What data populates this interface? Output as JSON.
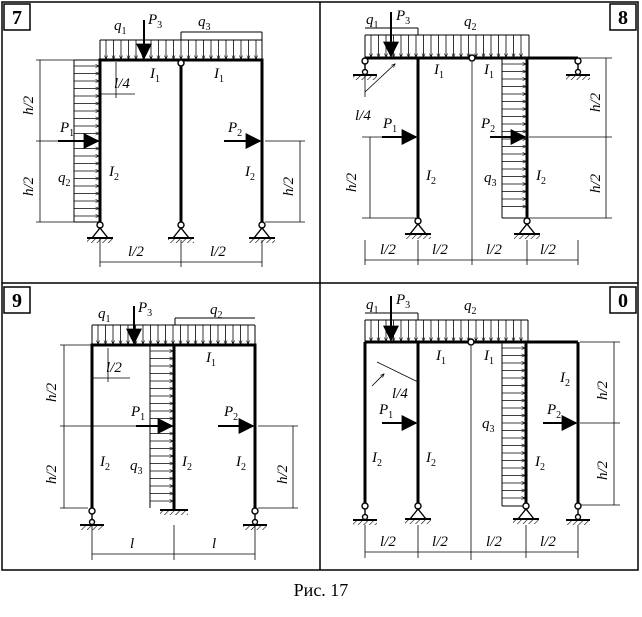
{
  "figure": {
    "caption": "Рис. 17",
    "panels": [
      {
        "number": "7",
        "labels": {
          "q1": {
            "main": "q",
            "sub": "1"
          },
          "p3": {
            "main": "P",
            "sub": "3"
          },
          "q3": {
            "main": "q",
            "sub": "3"
          },
          "i1a": {
            "main": "I",
            "sub": "1"
          },
          "i1b": {
            "main": "I",
            "sub": "1"
          },
          "l4": {
            "main": "l/4",
            "sub": ""
          },
          "h2a": {
            "main": "h/2",
            "sub": ""
          },
          "h2b": {
            "main": "h/2",
            "sub": ""
          },
          "p1": {
            "main": "P",
            "sub": "1"
          },
          "q2": {
            "main": "q",
            "sub": "2"
          },
          "i2a": {
            "main": "I",
            "sub": "2"
          },
          "i2b": {
            "main": "I",
            "sub": "2"
          },
          "p2": {
            "main": "P",
            "sub": "2"
          },
          "h2c": {
            "main": "h/2",
            "sub": ""
          },
          "l2a": {
            "main": "l/2",
            "sub": ""
          },
          "l2b": {
            "main": "l/2",
            "sub": ""
          }
        }
      },
      {
        "number": "8",
        "labels": {
          "q1": {
            "main": "q",
            "sub": "1"
          },
          "p3": {
            "main": "P",
            "sub": "3"
          },
          "q2": {
            "main": "q",
            "sub": "2"
          },
          "i1a": {
            "main": "I",
            "sub": "1"
          },
          "i1b": {
            "main": "I",
            "sub": "1"
          },
          "l4": {
            "main": "l/4",
            "sub": ""
          },
          "p1": {
            "main": "P",
            "sub": "1"
          },
          "p2": {
            "main": "P",
            "sub": "2"
          },
          "h2a": {
            "main": "h/2",
            "sub": ""
          },
          "i2a": {
            "main": "I",
            "sub": "2"
          },
          "q3": {
            "main": "q",
            "sub": "3"
          },
          "i2b": {
            "main": "I",
            "sub": "2"
          },
          "h2b": {
            "main": "h/2",
            "sub": ""
          },
          "h2c": {
            "main": "h/2",
            "sub": ""
          },
          "l2a": {
            "main": "l/2",
            "sub": ""
          },
          "l2b": {
            "main": "l/2",
            "sub": ""
          },
          "l2c": {
            "main": "l/2",
            "sub": ""
          },
          "l2d": {
            "main": "l/2",
            "sub": ""
          }
        }
      },
      {
        "number": "9",
        "labels": {
          "q1": {
            "main": "q",
            "sub": "1"
          },
          "p3": {
            "main": "P",
            "sub": "3"
          },
          "q2": {
            "main": "q",
            "sub": "2"
          },
          "l2": {
            "main": "l/2",
            "sub": ""
          },
          "i1": {
            "main": "I",
            "sub": "1"
          },
          "h2a": {
            "main": "h/2",
            "sub": ""
          },
          "p1": {
            "main": "P",
            "sub": "1"
          },
          "p2": {
            "main": "P",
            "sub": "2"
          },
          "h2b": {
            "main": "h/2",
            "sub": ""
          },
          "i2a": {
            "main": "I",
            "sub": "2"
          },
          "q3": {
            "main": "q",
            "sub": "3"
          },
          "i2b": {
            "main": "I",
            "sub": "2"
          },
          "i2c": {
            "main": "I",
            "sub": "2"
          },
          "h2c": {
            "main": "h/2",
            "sub": ""
          },
          "la": {
            "main": "l",
            "sub": ""
          },
          "lb": {
            "main": "l",
            "sub": ""
          }
        }
      },
      {
        "number": "0",
        "labels": {
          "q1": {
            "main": "q",
            "sub": "1"
          },
          "p3": {
            "main": "P",
            "sub": "3"
          },
          "q2": {
            "main": "q",
            "sub": "2"
          },
          "i1a": {
            "main": "I",
            "sub": "1"
          },
          "i1b": {
            "main": "I",
            "sub": "1"
          },
          "l4": {
            "main": "l/4",
            "sub": ""
          },
          "i2c": {
            "main": "I",
            "sub": "2"
          },
          "p1": {
            "main": "P",
            "sub": "1"
          },
          "q3": {
            "main": "q",
            "sub": "3"
          },
          "p2": {
            "main": "P",
            "sub": "2"
          },
          "h2a": {
            "main": "h/2",
            "sub": ""
          },
          "h2b": {
            "main": "h/2",
            "sub": ""
          },
          "i2a": {
            "main": "I",
            "sub": "2"
          },
          "i2b": {
            "main": "I",
            "sub": "2"
          },
          "i2d": {
            "main": "I",
            "sub": "2"
          },
          "l2a": {
            "main": "l/2",
            "sub": ""
          },
          "l2b": {
            "main": "l/2",
            "sub": ""
          },
          "l2c": {
            "main": "l/2",
            "sub": ""
          },
          "l2d": {
            "main": "l/2",
            "sub": ""
          }
        }
      }
    ]
  }
}
